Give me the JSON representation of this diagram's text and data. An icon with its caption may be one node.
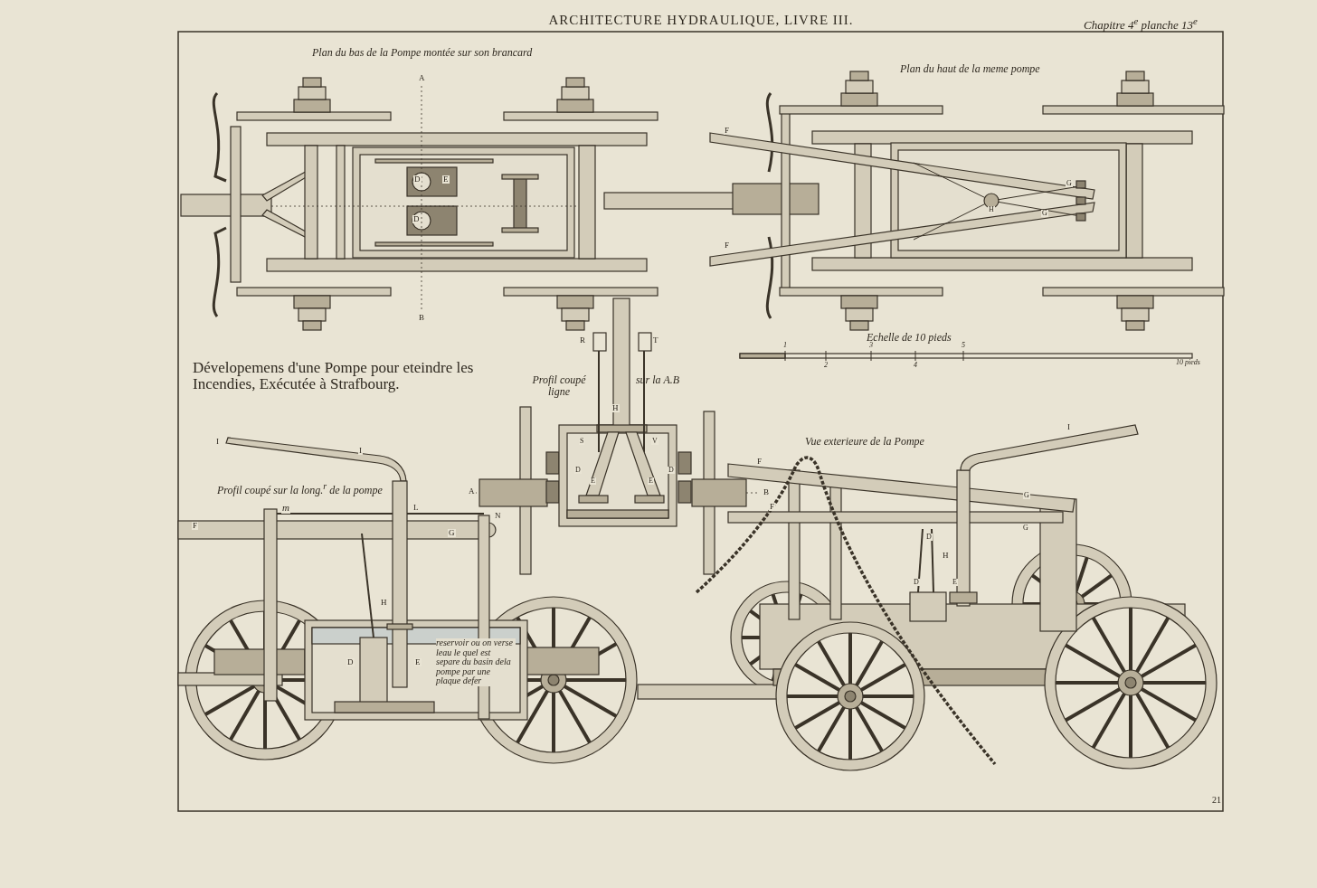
{
  "diagram": {
    "title": "ARCHITECTURE HYDRAULIQUE, LIVRE III.",
    "labels": [
      "Chapitre 4$^{e}$ planche 13$^{e}$",
      "Plan du bas de la Pompe montée sur son brancard",
      "A",
      "Plan du haut de la meme pompe",
      "D",
      "E",
      "D",
      "F",
      "G",
      "H",
      "G",
      "F",
      "B",
      "Echelle de 10 pieds",
      "1",
      "3",
      "5",
      "2",
      "4",
      "10 pieds",
      "R",
      "T",
      "Dévelopemens d'une Pompe pour eteindre les Incendies, Exécutée à Strafbourg.",
      "Profil coupé ligne",
      "sur la A.B",
      "H",
      "S",
      "V",
      "D",
      "E",
      "E",
      "D",
      "I",
      "I",
      "I",
      "Vue exterieure de la Pompe",
      "Profil coupé sur la long.$^{r}$ de la pompe",
      "A",
      "B",
      "F",
      "F",
      "G",
      "G",
      "m",
      "L",
      "N",
      "F",
      "G",
      "D",
      "H",
      "D",
      "E",
      "H",
      "reservoir ou on verse leau le quel est separe du basin dela pompe par une plaque defer",
      "D",
      "E",
      "21"
    ]
  }
}
